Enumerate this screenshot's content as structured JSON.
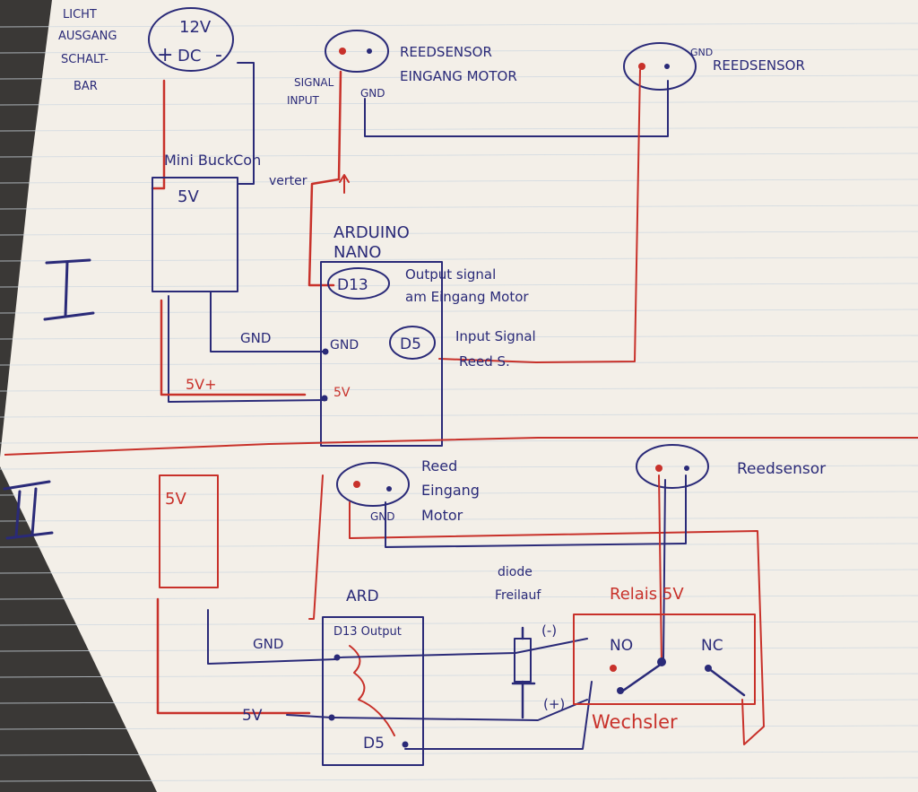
{
  "section_one": {
    "roman": "I",
    "light_labels": [
      "LICHT",
      "AUSGANG",
      "SCHALT-",
      "BAR"
    ],
    "psu_voltage": "12V",
    "psu_type": "DC",
    "psu_plus": "+",
    "psu_minus": "-",
    "buck_label": "Mini BuckCon",
    "buck_label_2": "verter",
    "buck_output": "5V",
    "reed_motor_label_1": "REEDSENSOR",
    "reed_motor_label_2": "EINGANG MOTOR",
    "signal_input_1": "SIGNAL",
    "signal_input_2": "INPUT",
    "gnd_under_jack": "GND",
    "reed_right_gnd": "GND",
    "reed_right_label": "REEDSENSOR",
    "arduino_1": "ARDUINO",
    "arduino_2": "NANO",
    "pin_d13": "D13",
    "d13_note_1": "Output signal",
    "d13_note_2": "am Eingang Motor",
    "pin_d5": "D5",
    "d5_note_1": "Input Signal",
    "d5_note_2": "Reed S.",
    "pin_gnd": "GND",
    "pin_5v": "5V",
    "wire_gnd": "GND",
    "wire_5v": "5V+"
  },
  "section_two": {
    "roman": "II",
    "supply": "5V",
    "reed_motor_1": "Reed",
    "reed_motor_2": "Eingang",
    "reed_motor_3": "Motor",
    "gnd_under_jack": "GND",
    "reed_right_label": "Reedsensor",
    "ard": "ARD",
    "pin_d13": "D13 Output",
    "pin_d5": "D5",
    "wire_gnd": "GND",
    "wire_5v": "5V",
    "diode_1": "diode",
    "diode_2": "Freilauf",
    "minus": "(-)",
    "plus": "(+)",
    "relay": "Relais 5V",
    "no": "NO",
    "nc": "NC",
    "changeover": "Wechsler"
  },
  "colors": {
    "paper": "#f3efe8",
    "blue_ink": "#2a2a78",
    "red_ink": "#c8312a",
    "grid": "#c9d3dc"
  }
}
